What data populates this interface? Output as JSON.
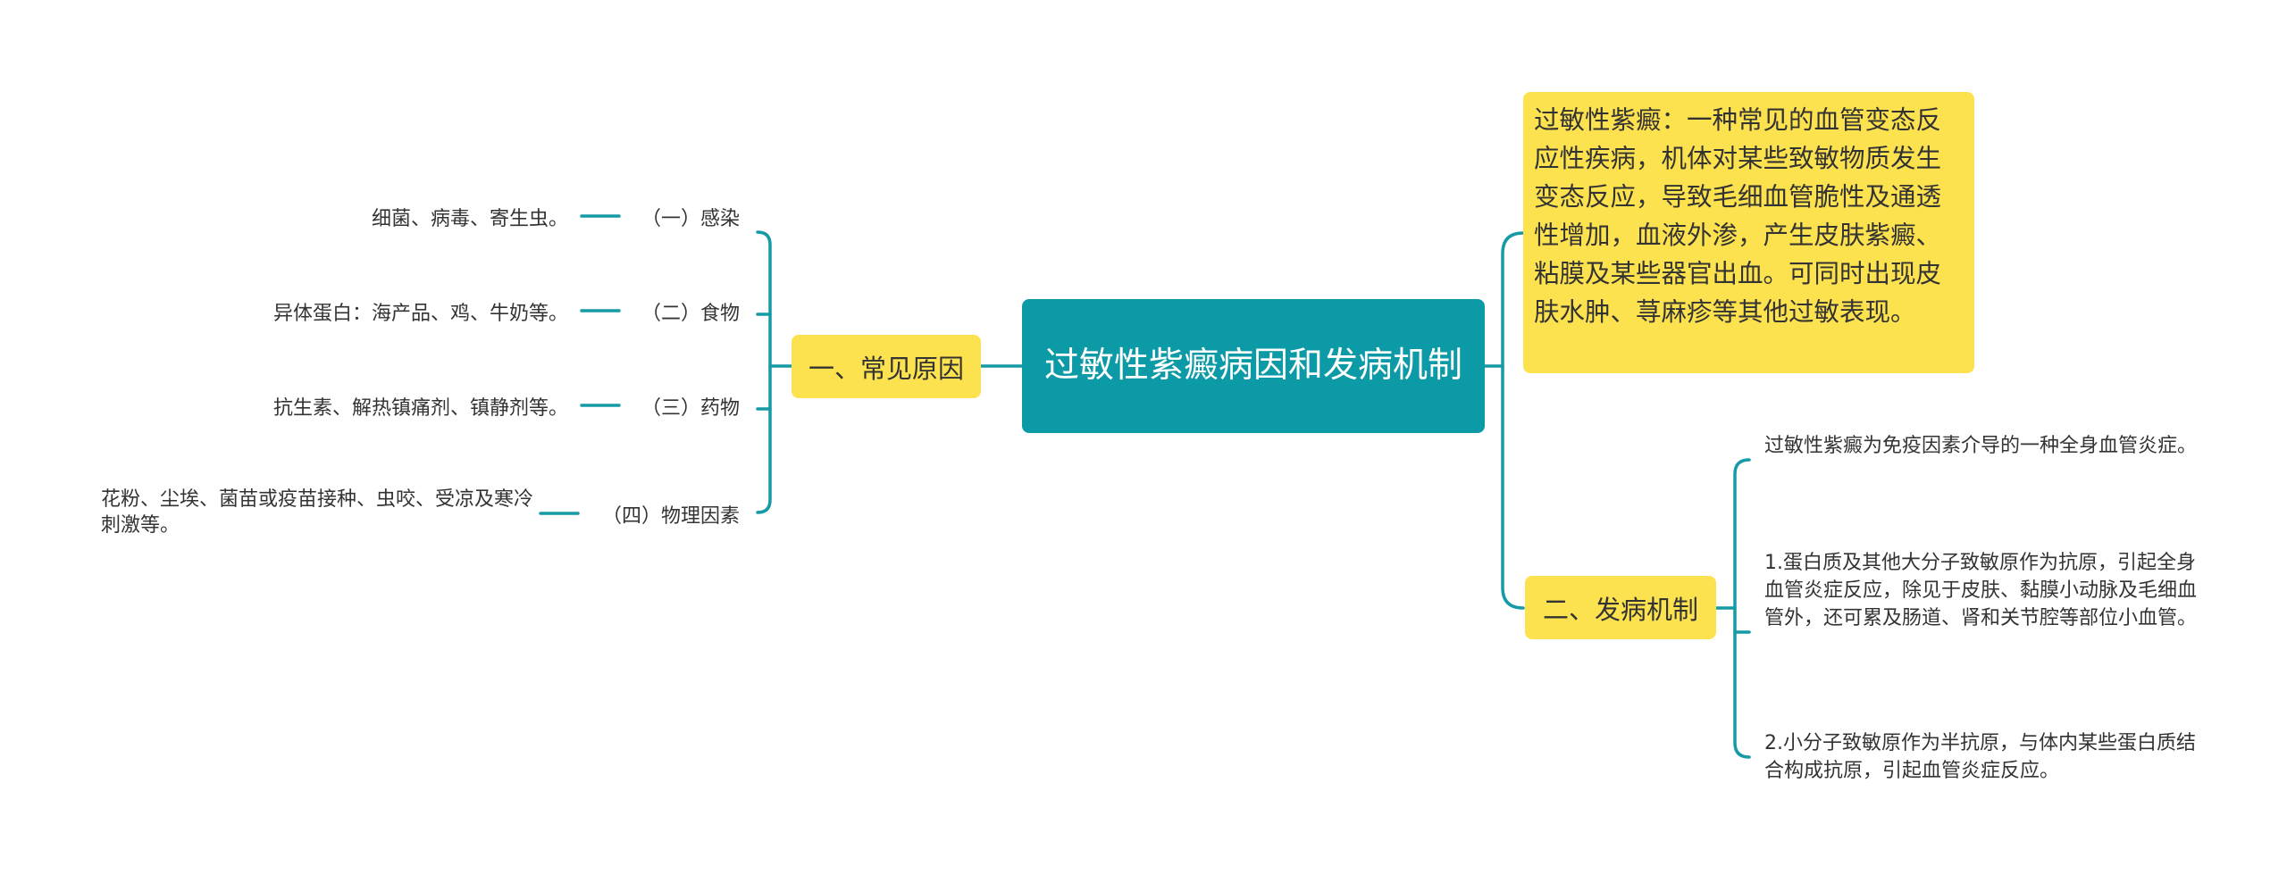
{
  "root": {
    "title": "过敏性紫癜病因和发病机制"
  },
  "branches": [
    {
      "label": "一、常见原因",
      "children": [
        {
          "label": "（一）感染",
          "detail": "细菌、病毒、寄生虫。"
        },
        {
          "label": "（二）食物",
          "detail": "异体蛋白：海产品、鸡、牛奶等。"
        },
        {
          "label": "（三）药物",
          "detail": "抗生素、解热镇痛剂、镇静剂等。"
        },
        {
          "label": "（四）物理因素",
          "detail": "花粉、尘埃、菌苗或疫苗接种、虫咬、受凉及寒冷刺激等。"
        }
      ]
    },
    {
      "label": "二、发病机制",
      "children": [
        {
          "text": "过敏性紫癜为免疫因素介导的一种全身血管炎症。"
        },
        {
          "text": "1.蛋白质及其他大分子致敏原作为抗原，引起全身血管炎症反应，除见于皮肤、黏膜小动脉及毛细血管外，还可累及肠道、肾和关节腔等部位小血管。"
        },
        {
          "text": "2.小分子致敏原作为半抗原，与体内某些蛋白质结合构成抗原，引起血管炎症反应。"
        }
      ]
    }
  ],
  "description": "过敏性紫癜：一种常见的血管变态反应性疾病，机体对某些致敏物质发生变态反应，导致毛细血管脆性及通透性增加，血液外渗，产生皮肤紫癜、粘膜及某些器官出血。可同时出现皮肤水肿、荨麻疹等其他过敏表现。",
  "colors": {
    "root_fill": "#0b9aa6",
    "branch_fill": "#fde24f",
    "connector": "#169aa6"
  }
}
